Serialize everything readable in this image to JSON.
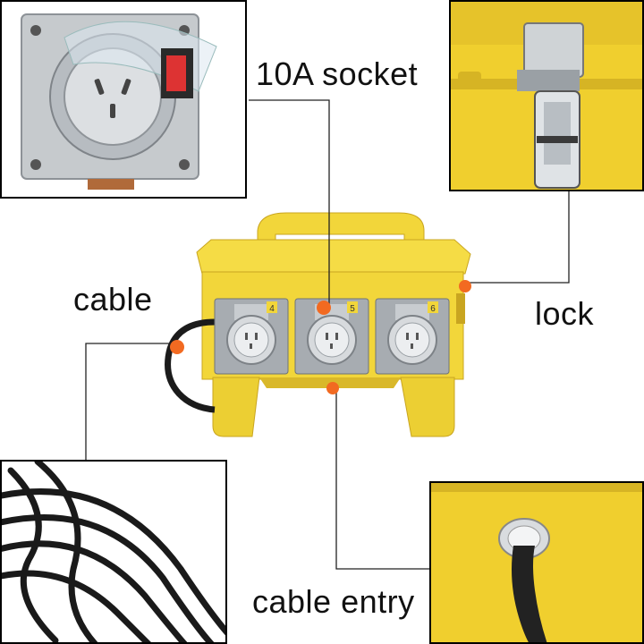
{
  "labels": {
    "socket": "10A socket",
    "lock": "lock",
    "cable": "cable",
    "cable_entry": "cable entry"
  },
  "sockets": [
    {
      "number": "4"
    },
    {
      "number": "5"
    },
    {
      "number": "6"
    }
  ],
  "colors": {
    "box_yellow": "#f2d63a",
    "box_shadow": "#d9b82a",
    "socket_gray": "#9ea3a8",
    "marker_orange": "#f26a21",
    "leader_line": "#222222"
  },
  "icons": [
    "socket-closeup-image",
    "lock-closeup-image",
    "cable-coil-image",
    "cable-entry-closeup-image",
    "distribution-box-image"
  ]
}
